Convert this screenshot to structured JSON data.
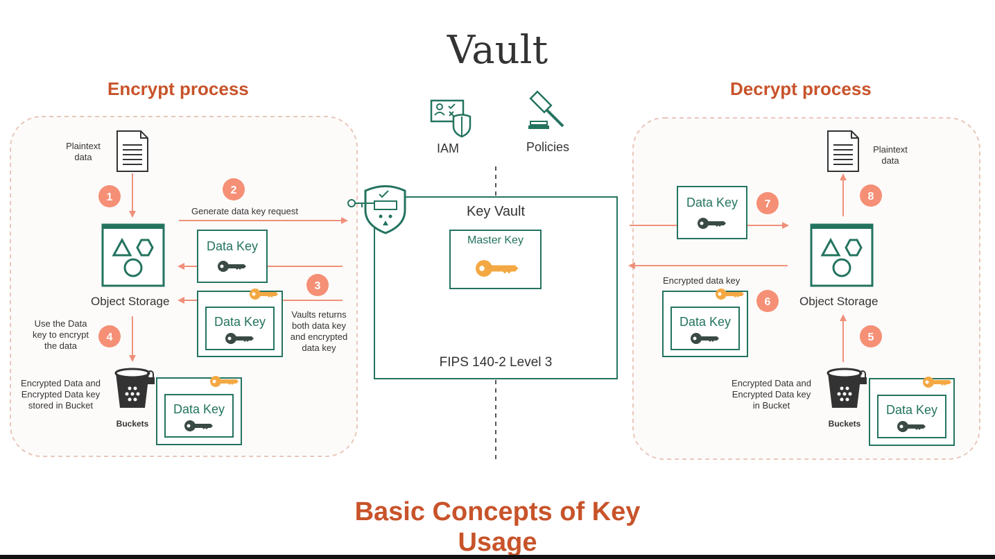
{
  "title": "Vault",
  "colors": {
    "accent": "#c8532a",
    "teal": "#23735f",
    "arrow": "#f0907a",
    "badge": "#f58f75",
    "key_gold": "#f4a843",
    "key_dark": "#3a4a44"
  },
  "encrypt": {
    "title": "Encrypt process",
    "plaintext": [
      "Plaintext",
      "data"
    ],
    "step2_label": "Generate data key request",
    "data_key": "Data Key",
    "object_storage": "Object Storage",
    "step3_label": [
      "Vaults returns",
      "both data key",
      "and encrypted",
      "data key"
    ],
    "step4_label": [
      "Use the Data",
      "key to encrypt",
      "the data"
    ],
    "bucket_label": [
      "Encrypted Data and",
      "Encrypted Data key",
      "stored in Bucket"
    ],
    "buckets": "Buckets"
  },
  "center": {
    "iam": "IAM",
    "policies": "Policies",
    "key_vault": "Key Vault",
    "master_key": "Master Key",
    "fips": "FIPS 140-2 Level 3"
  },
  "decrypt": {
    "title": "Decrypt process",
    "plaintext": [
      "Plaintext",
      "data"
    ],
    "data_key": "Data Key",
    "object_storage": "Object Storage",
    "encrypted_data_key": "Encrypted data key",
    "bucket_label": [
      "Encrypted Data and",
      "Encrypted Data key",
      "in Bucket"
    ],
    "buckets": "Buckets"
  },
  "steps": [
    "1",
    "2",
    "3",
    "4",
    "5",
    "6",
    "7",
    "8"
  ],
  "footer": [
    "Basic Concepts of Key",
    "Usage"
  ]
}
